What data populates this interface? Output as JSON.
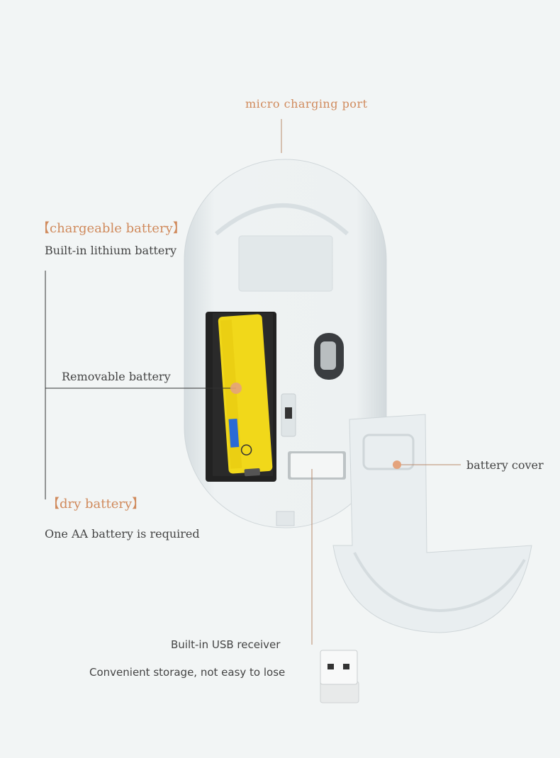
{
  "labels": {
    "port": "micro charging port",
    "chargeable_title": "【chargeable battery】",
    "chargeable_desc": "Built-in lithium battery",
    "removable": "Removable battery",
    "dry_title": "【dry battery】",
    "dry_desc": "One AA battery is required",
    "cover": "battery cover",
    "usb_title": "Built-in USB receiver",
    "usb_desc": "Convenient storage, not easy to lose"
  },
  "colors": {
    "accent": "#d08a5c",
    "text": "#444444",
    "background": "#f2f5f5",
    "mouse": "#e6ecee",
    "battery": "#f1d81a"
  }
}
